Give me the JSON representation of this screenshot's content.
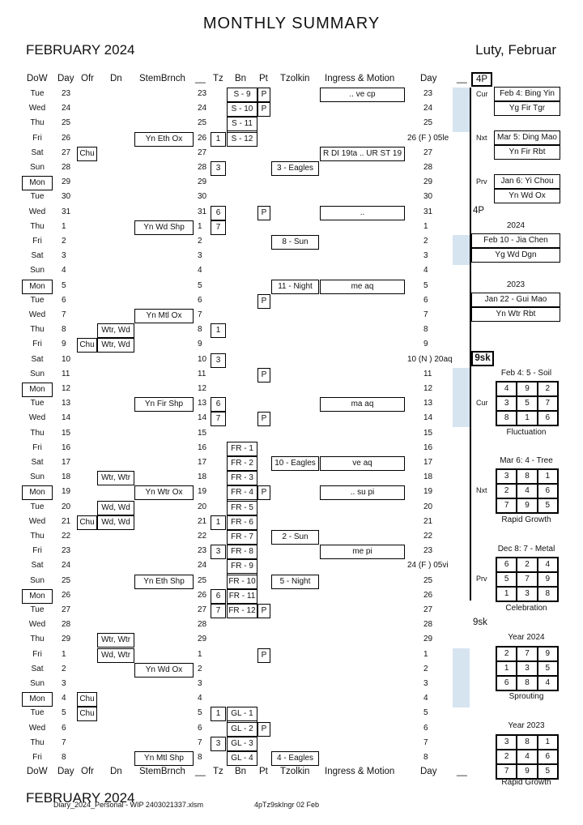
{
  "page": {
    "title": "MONTHLY SUMMARY",
    "month": "FEBRUARY 2024",
    "month_local": "Luty, Februar",
    "footer_month": "FEBRUARY 2024",
    "footer_file": "Diary_2024_Personal - WIP 2403021337.xlsm",
    "footer_code": "4pTz9skIngr 02 Feb"
  },
  "headers": {
    "dow": "DoW",
    "day": "Day",
    "ofr": "Ofr",
    "dn": "Dn",
    "stem": "StemBrnch",
    "blank": "__",
    "tz": "Tz",
    "bn": "Bn",
    "pt": "Pt",
    "tzolkin": "Tzolkin",
    "ingress": "Ingress & Motion",
    "day2": "Day",
    "blank2": "__"
  },
  "rows": [
    {
      "dow": "Tue",
      "day": "23",
      "ofr": "",
      "dn": "",
      "stem": "",
      "d2": "23",
      "tz": "",
      "bn": "S - 9",
      "pt": "P",
      "tzolkin": "",
      "ingr": ".. ve cp",
      "rday": "23"
    },
    {
      "dow": "Wed",
      "day": "24",
      "ofr": "",
      "dn": "",
      "stem": "",
      "d2": "24",
      "tz": "",
      "bn": "S - 10",
      "pt": "P",
      "tzolkin": "",
      "ingr": "",
      "rday": "24"
    },
    {
      "dow": "Thu",
      "day": "25",
      "ofr": "",
      "dn": "",
      "stem": "",
      "d2": "25",
      "tz": "",
      "bn": "S - 11",
      "pt": "",
      "tzolkin": "",
      "ingr": "",
      "rday": "25"
    },
    {
      "dow": "Fri",
      "day": "26",
      "ofr": "",
      "dn": "",
      "stem": "Yn Eth Ox",
      "d2": "26",
      "tz": "1",
      "bn": "S - 12",
      "pt": "",
      "tzolkin": "",
      "ingr": "",
      "rday": "26 (F ) 05le"
    },
    {
      "dow": "Sat",
      "day": "27",
      "ofr": "Chu",
      "dn": "",
      "stem": "",
      "d2": "27",
      "tz": "",
      "bn": "",
      "pt": "",
      "tzolkin": "",
      "ingr": "R DI 19ta .. UR ST 19",
      "rday": "27"
    },
    {
      "dow": "Sun",
      "day": "28",
      "ofr": "",
      "dn": "",
      "stem": "",
      "d2": "28",
      "tz": "3",
      "bn": "",
      "pt": "",
      "tzolkin": "3 - Eagles",
      "ingr": "",
      "rday": "28"
    },
    {
      "dow": "Mon",
      "day": "29",
      "ofr": "",
      "dn": "",
      "stem": "",
      "d2": "29",
      "tz": "",
      "bn": "",
      "pt": "",
      "tzolkin": "",
      "ingr": "",
      "rday": "29",
      "mon": true
    },
    {
      "dow": "Tue",
      "day": "30",
      "ofr": "",
      "dn": "",
      "stem": "",
      "d2": "30",
      "tz": "",
      "bn": "",
      "pt": "",
      "tzolkin": "",
      "ingr": "",
      "rday": "30"
    },
    {
      "dow": "Wed",
      "day": "31",
      "ofr": "",
      "dn": "",
      "stem": "",
      "d2": "31",
      "tz": "6",
      "bn": "",
      "pt": "P",
      "tzolkin": "",
      "ingr": "..",
      "rday": "31"
    },
    {
      "dow": "Thu",
      "day": "1",
      "ofr": "",
      "dn": "",
      "stem": "Yn Wd Shp",
      "d2": "1",
      "tz": "7",
      "bn": "",
      "pt": "",
      "tzolkin": "",
      "ingr": "",
      "rday": "1"
    },
    {
      "dow": "Fri",
      "day": "2",
      "ofr": "",
      "dn": "",
      "stem": "",
      "d2": "2",
      "tz": "",
      "bn": "",
      "pt": "",
      "tzolkin": "8 - Sun",
      "ingr": "",
      "rday": "2"
    },
    {
      "dow": "Sat",
      "day": "3",
      "ofr": "",
      "dn": "",
      "stem": "",
      "d2": "3",
      "tz": "",
      "bn": "",
      "pt": "",
      "tzolkin": "",
      "ingr": "",
      "rday": "3"
    },
    {
      "dow": "Sun",
      "day": "4",
      "ofr": "",
      "dn": "",
      "stem": "",
      "d2": "4",
      "tz": "",
      "bn": "",
      "pt": "",
      "tzolkin": "",
      "ingr": "",
      "rday": "4"
    },
    {
      "dow": "Mon",
      "day": "5",
      "ofr": "",
      "dn": "",
      "stem": "",
      "d2": "5",
      "tz": "",
      "bn": "",
      "pt": "",
      "tzolkin": "11 - Night",
      "ingr": "me aq",
      "rday": "5",
      "mon": true
    },
    {
      "dow": "Tue",
      "day": "6",
      "ofr": "",
      "dn": "",
      "stem": "",
      "d2": "6",
      "tz": "",
      "bn": "",
      "pt": "P",
      "tzolkin": "",
      "ingr": "",
      "rday": "6"
    },
    {
      "dow": "Wed",
      "day": "7",
      "ofr": "",
      "dn": "",
      "stem": "Yn Mtl Ox",
      "d2": "7",
      "tz": "",
      "bn": "",
      "pt": "",
      "tzolkin": "",
      "ingr": "",
      "rday": "7"
    },
    {
      "dow": "Thu",
      "day": "8",
      "ofr": "",
      "dn": "Wtr, Wd",
      "stem": "",
      "d2": "8",
      "tz": "1",
      "bn": "",
      "pt": "",
      "tzolkin": "",
      "ingr": "",
      "rday": "8"
    },
    {
      "dow": "Fri",
      "day": "9",
      "ofr": "Chu",
      "dn": "Wtr, Wd",
      "stem": "",
      "d2": "9",
      "tz": "",
      "bn": "",
      "pt": "",
      "tzolkin": "",
      "ingr": "",
      "rday": "9"
    },
    {
      "dow": "Sat",
      "day": "10",
      "ofr": "",
      "dn": "",
      "stem": "",
      "d2": "10",
      "tz": "3",
      "bn": "",
      "pt": "",
      "tzolkin": "",
      "ingr": "",
      "rday": "10 (N ) 20aq"
    },
    {
      "dow": "Sun",
      "day": "11",
      "ofr": "",
      "dn": "",
      "stem": "",
      "d2": "11",
      "tz": "",
      "bn": "",
      "pt": "P",
      "tzolkin": "",
      "ingr": "",
      "rday": "11"
    },
    {
      "dow": "Mon",
      "day": "12",
      "ofr": "",
      "dn": "",
      "stem": "",
      "d2": "12",
      "tz": "",
      "bn": "",
      "pt": "",
      "tzolkin": "",
      "ingr": "",
      "rday": "12",
      "mon": true
    },
    {
      "dow": "Tue",
      "day": "13",
      "ofr": "",
      "dn": "",
      "stem": "Yn Fir Shp",
      "d2": "13",
      "tz": "6",
      "bn": "",
      "pt": "",
      "tzolkin": "",
      "ingr": "ma aq",
      "rday": "13"
    },
    {
      "dow": "Wed",
      "day": "14",
      "ofr": "",
      "dn": "",
      "stem": "",
      "d2": "14",
      "tz": "7",
      "bn": "",
      "pt": "P",
      "tzolkin": "",
      "ingr": "",
      "rday": "14"
    },
    {
      "dow": "Thu",
      "day": "15",
      "ofr": "",
      "dn": "",
      "stem": "",
      "d2": "15",
      "tz": "",
      "bn": "",
      "pt": "",
      "tzolkin": "",
      "ingr": "",
      "rday": "15"
    },
    {
      "dow": "Fri",
      "day": "16",
      "ofr": "",
      "dn": "",
      "stem": "",
      "d2": "16",
      "tz": "",
      "bn": "FR - 1",
      "pt": "",
      "tzolkin": "",
      "ingr": "",
      "rday": "16"
    },
    {
      "dow": "Sat",
      "day": "17",
      "ofr": "",
      "dn": "",
      "stem": "",
      "d2": "17",
      "tz": "",
      "bn": "FR - 2",
      "pt": "",
      "tzolkin": "10 - Eagles",
      "ingr": "ve aq",
      "rday": "17"
    },
    {
      "dow": "Sun",
      "day": "18",
      "ofr": "",
      "dn": "Wtr, Wtr",
      "stem": "",
      "d2": "18",
      "tz": "",
      "bn": "FR - 3",
      "pt": "",
      "tzolkin": "",
      "ingr": "",
      "rday": "18"
    },
    {
      "dow": "Mon",
      "day": "19",
      "ofr": "",
      "dn": "",
      "stem": "Yn Wtr Ox",
      "d2": "19",
      "tz": "",
      "bn": "FR - 4",
      "pt": "P",
      "tzolkin": "",
      "ingr": ".. su pi",
      "rday": "19",
      "mon": true
    },
    {
      "dow": "Tue",
      "day": "20",
      "ofr": "",
      "dn": "Wd, Wd",
      "stem": "",
      "d2": "20",
      "tz": "",
      "bn": "FR - 5",
      "pt": "",
      "tzolkin": "",
      "ingr": "",
      "rday": "20"
    },
    {
      "dow": "Wed",
      "day": "21",
      "ofr": "Chu",
      "dn": "Wd, Wd",
      "stem": "",
      "d2": "21",
      "tz": "1",
      "bn": "FR - 6",
      "pt": "",
      "tzolkin": "",
      "ingr": "",
      "rday": "21"
    },
    {
      "dow": "Thu",
      "day": "22",
      "ofr": "",
      "dn": "",
      "stem": "",
      "d2": "22",
      "tz": "",
      "bn": "FR - 7",
      "pt": "",
      "tzolkin": "2 - Sun",
      "ingr": "",
      "rday": "22"
    },
    {
      "dow": "Fri",
      "day": "23",
      "ofr": "",
      "dn": "",
      "stem": "",
      "d2": "23",
      "tz": "3",
      "bn": "FR - 8",
      "pt": "",
      "tzolkin": "",
      "ingr": "me pi",
      "rday": "23"
    },
    {
      "dow": "Sat",
      "day": "24",
      "ofr": "",
      "dn": "",
      "stem": "",
      "d2": "24",
      "tz": "",
      "bn": "FR - 9",
      "pt": "",
      "tzolkin": "",
      "ingr": "",
      "rday": "24 (F ) 05vi"
    },
    {
      "dow": "Sun",
      "day": "25",
      "ofr": "",
      "dn": "",
      "stem": "Yn Eth Shp",
      "d2": "25",
      "tz": "",
      "bn": "FR - 10",
      "pt": "",
      "tzolkin": "5 - Night",
      "ingr": "",
      "rday": "25"
    },
    {
      "dow": "Mon",
      "day": "26",
      "ofr": "",
      "dn": "",
      "stem": "",
      "d2": "26",
      "tz": "6",
      "bn": "FR - 11",
      "pt": "",
      "tzolkin": "",
      "ingr": "",
      "rday": "26",
      "mon": true
    },
    {
      "dow": "Tue",
      "day": "27",
      "ofr": "",
      "dn": "",
      "stem": "",
      "d2": "27",
      "tz": "7",
      "bn": "FR - 12",
      "pt": "P",
      "tzolkin": "",
      "ingr": "",
      "rday": "27"
    },
    {
      "dow": "Wed",
      "day": "28",
      "ofr": "",
      "dn": "",
      "stem": "",
      "d2": "28",
      "tz": "",
      "bn": "",
      "pt": "",
      "tzolkin": "",
      "ingr": "",
      "rday": "28"
    },
    {
      "dow": "Thu",
      "day": "29",
      "ofr": "",
      "dn": "Wtr, Wtr",
      "stem": "",
      "d2": "29",
      "tz": "",
      "bn": "",
      "pt": "",
      "tzolkin": "",
      "ingr": "",
      "rday": "29"
    },
    {
      "dow": "Fri",
      "day": "1",
      "ofr": "",
      "dn": "Wd, Wtr",
      "stem": "",
      "d2": "1",
      "tz": "",
      "bn": "",
      "pt": "P",
      "tzolkin": "",
      "ingr": "",
      "rday": "1"
    },
    {
      "dow": "Sat",
      "day": "2",
      "ofr": "",
      "dn": "",
      "stem": "Yn Wd Ox",
      "d2": "2",
      "tz": "",
      "bn": "",
      "pt": "",
      "tzolkin": "",
      "ingr": "",
      "rday": "2"
    },
    {
      "dow": "Sun",
      "day": "3",
      "ofr": "",
      "dn": "",
      "stem": "",
      "d2": "3",
      "tz": "",
      "bn": "",
      "pt": "",
      "tzolkin": "",
      "ingr": "",
      "rday": "3"
    },
    {
      "dow": "Mon",
      "day": "4",
      "ofr": "Chu",
      "dn": "",
      "stem": "",
      "d2": "4",
      "tz": "",
      "bn": "",
      "pt": "",
      "tzolkin": "",
      "ingr": "",
      "rday": "4",
      "mon": true
    },
    {
      "dow": "Tue",
      "day": "5",
      "ofr": "Chu",
      "dn": "",
      "stem": "",
      "d2": "5",
      "tz": "1",
      "bn": "GL - 1",
      "pt": "",
      "tzolkin": "",
      "ingr": "",
      "rday": "5"
    },
    {
      "dow": "Wed",
      "day": "6",
      "ofr": "",
      "dn": "",
      "stem": "",
      "d2": "6",
      "tz": "",
      "bn": "GL - 2",
      "pt": "P",
      "tzolkin": "",
      "ingr": "",
      "rday": "6"
    },
    {
      "dow": "Thu",
      "day": "7",
      "ofr": "",
      "dn": "",
      "stem": "",
      "d2": "7",
      "tz": "3",
      "bn": "GL - 3",
      "pt": "",
      "tzolkin": "",
      "ingr": "",
      "rday": "7"
    },
    {
      "dow": "Fri",
      "day": "8",
      "ofr": "",
      "dn": "",
      "stem": "Yn Mtl Shp",
      "d2": "8",
      "tz": "",
      "bn": "GL - 4",
      "pt": "",
      "tzolkin": "4 - Eagles",
      "ingr": "",
      "rday": "8"
    }
  ],
  "side": {
    "p4_label": "4P",
    "p4_label2": "4P",
    "cur": "Cur",
    "nxt": "Nxt",
    "prv": "Prv",
    "cur_l1": "Feb 4: Bing Yin",
    "cur_l2": "Yg Fir Tgr",
    "nxt_l1": "Mar 5: Ding Mao",
    "nxt_l2": "Yn Fir Rbt",
    "prv_l1": "Jan 6: Yi Chou",
    "prv_l2": "Yn Wd Ox",
    "y2024": "2024",
    "y2024_l1": "Feb 10 - Jia Chen",
    "y2024_l2": "Yg Wd Dgn",
    "y2023": "2023",
    "y2023_l1": "Jan 22 - Gui Mao",
    "y2023_l2": "Yn Wtr Rbt",
    "sk_label": "9sk",
    "sk_label2": "9sk",
    "cur_sk_title": "Feb 4:  5 - Soil",
    "cur_sk": [
      "4",
      "9",
      "2",
      "3",
      "5",
      "7",
      "8",
      "1",
      "6"
    ],
    "cur_sk_name": "Fluctuation",
    "nxt_sk_title": "Mar 6:  4 - Tree",
    "nxt_sk": [
      "3",
      "8",
      "1",
      "2",
      "4",
      "6",
      "7",
      "9",
      "5"
    ],
    "nxt_sk_name": "Rapid Growth",
    "prv_sk_title": "Dec 8:  7 - Metal",
    "prv_sk": [
      "6",
      "2",
      "4",
      "5",
      "7",
      "9",
      "1",
      "3",
      "8"
    ],
    "prv_sk_name": "Celebration",
    "cur_sk_lab": "Cur",
    "nxt_sk_lab": "Nxt",
    "prv_sk_lab": "Prv",
    "yr24_title": "Year  2024",
    "yr24_sk": [
      "2",
      "7",
      "9",
      "1",
      "3",
      "5",
      "6",
      "8",
      "4"
    ],
    "yr24_name": "Sprouting",
    "yr23_title": "Year  2023",
    "yr23_sk": [
      "3",
      "8",
      "1",
      "2",
      "4",
      "6",
      "7",
      "9",
      "5"
    ],
    "yr23_name": "Rapid Growth"
  }
}
